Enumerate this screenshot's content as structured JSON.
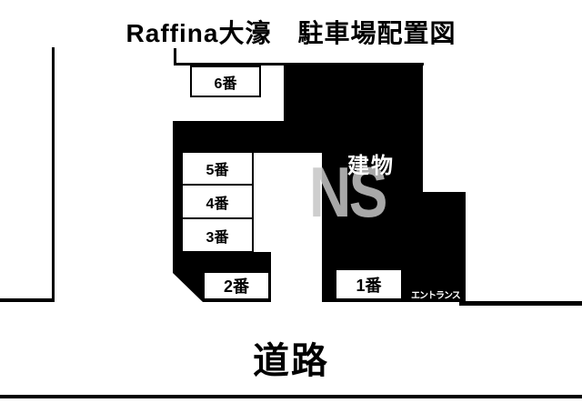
{
  "page": {
    "title": "Raffina大濠　駐車場配置図"
  },
  "diagram": {
    "building_label": "建物",
    "entrance_label": "エントランス",
    "road_label": "道路",
    "watermark": "NS",
    "spaces": [
      {
        "label": "1番"
      },
      {
        "label": "2番"
      },
      {
        "label": "3番"
      },
      {
        "label": "4番"
      },
      {
        "label": "5番"
      },
      {
        "label": "6番"
      }
    ],
    "colors": {
      "ink": "#000000",
      "background": "#ffffff",
      "building": "#000000",
      "watermark": "#c6c6c6"
    }
  }
}
